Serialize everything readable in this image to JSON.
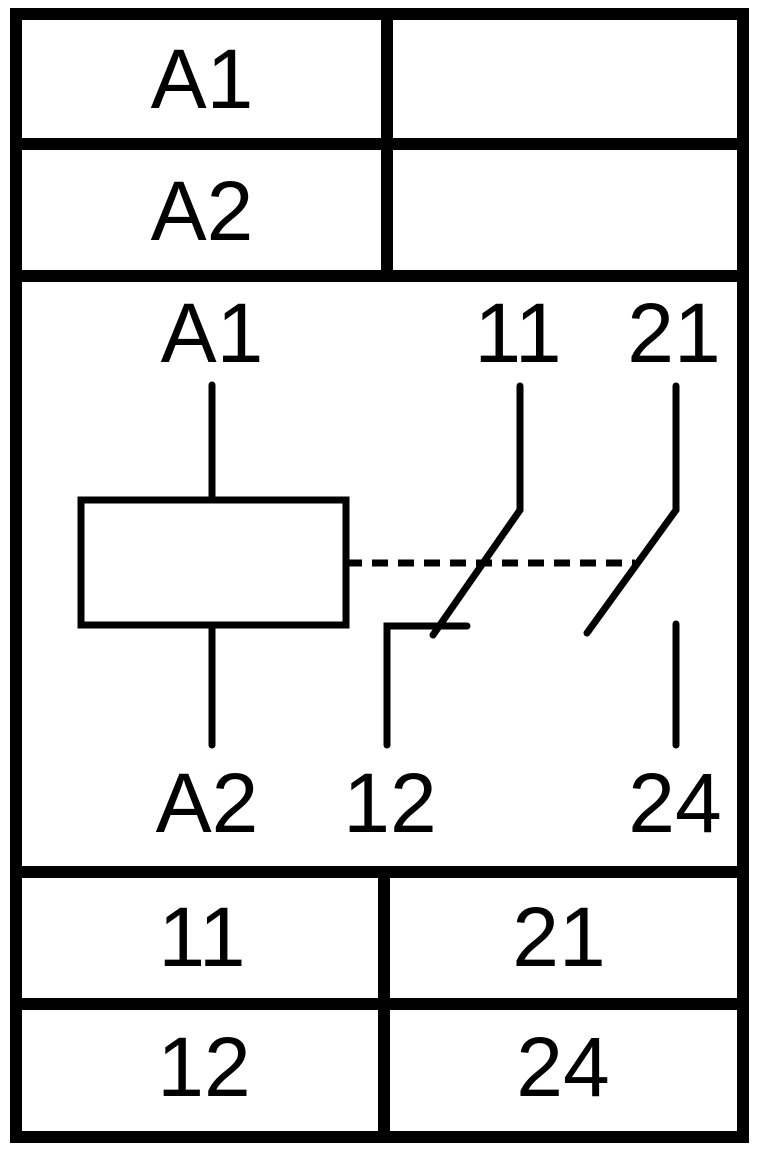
{
  "terminal_table_top": {
    "rows": [
      {
        "left": "A1",
        "right": ""
      },
      {
        "left": "A2",
        "right": ""
      }
    ]
  },
  "schematic": {
    "coil": {
      "top_label": "A1",
      "bottom_label": "A2"
    },
    "contact_1": {
      "common_label": "11",
      "nc_label": "12"
    },
    "contact_2": {
      "common_label": "21",
      "no_label": "24"
    }
  },
  "terminal_table_bottom": {
    "rows": [
      {
        "left": "11",
        "right": "21"
      },
      {
        "left": "12",
        "right": "24"
      }
    ]
  }
}
